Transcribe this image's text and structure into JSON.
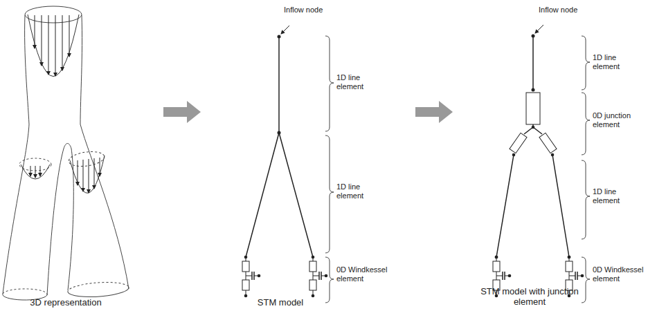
{
  "diagram": {
    "labels": [
      "Inflow node",
      "1D line element",
      "1D line element",
      "0D Windkessel element",
      "Inflow node",
      "1D line element",
      "0D junction element",
      "1D line element",
      "0D Windkessel element",
      "3D representation",
      "STM model",
      "STM model with junction element"
    ]
  }
}
